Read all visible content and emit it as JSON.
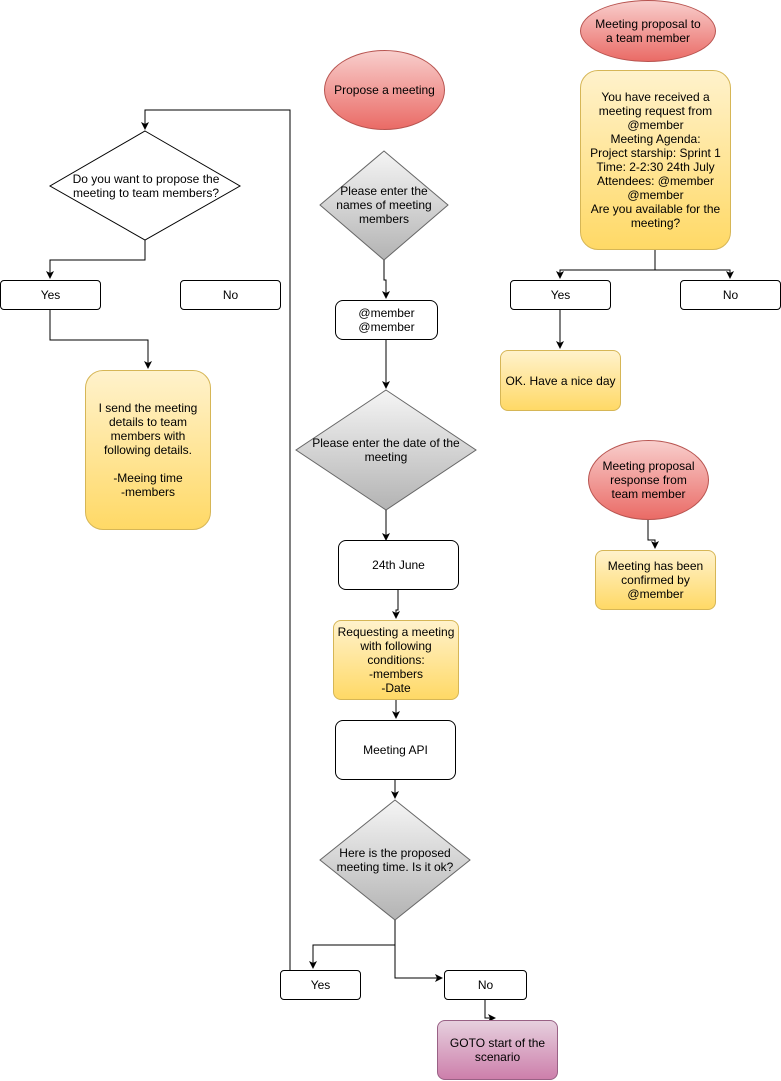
{
  "nodes": {
    "start_ellipse": "Propose a meeting",
    "q_names": "Please enter the names of meeting members",
    "members_box": "@member\n@member",
    "q_date": "Please enter the date of the meeting",
    "date_box": "24th June",
    "request_note": "Requesting a meeting with following conditions:\n-members\n-Date",
    "api_box": "Meeting API",
    "q_time": "Here is the proposed meeting time. Is it ok?",
    "yes_bottom": "Yes",
    "no_bottom": "No",
    "goto_box": "GOTO start of the scenario",
    "q_propose": "Do you want to propose the meeting to team members?",
    "yes_left": "Yes",
    "no_left": "No",
    "send_note": "I send the meeting details to team members with following details.\n\n-Meeing time\n-members",
    "proposal_ellipse": "Meeting proposal to a team member",
    "received_note": "You have received a meeting request from @member\nMeeting Agenda:\nProject starship: Sprint 1\nTime: 2-2:30 24th July\nAttendees: @member @member\nAre you available for the meeting?",
    "yes_right": "Yes",
    "no_right": "No",
    "nice_day_note": "OK. Have a nice day",
    "response_ellipse": "Meeting proposal response from team member",
    "confirmed_note": "Meeting has been confirmed by @member"
  },
  "colors": {
    "ellipse_fill": "#ea6b66",
    "note_fill": "#ffd966",
    "diamond_fill": "#c0c0c0",
    "goto_fill": "#cd7fab"
  }
}
